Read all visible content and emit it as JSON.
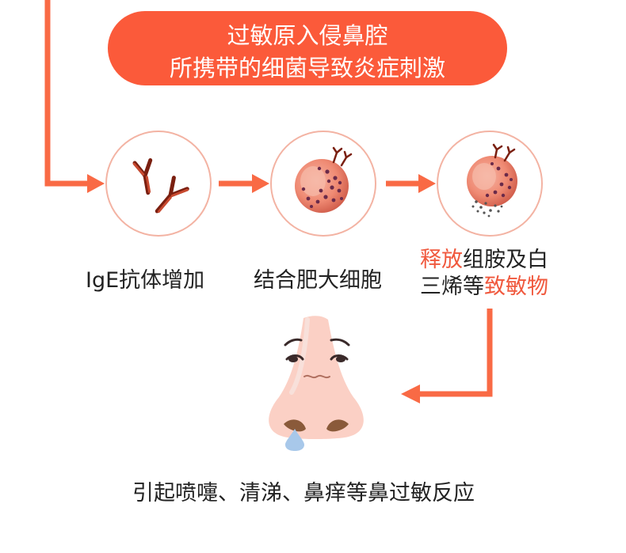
{
  "banner": {
    "line1": "过敏原入侵鼻腔",
    "line2": "所携带的细菌导致炎症刺激"
  },
  "steps": [
    {
      "label": "IgE抗体增加",
      "icon": "antibody-icon"
    },
    {
      "label": "结合肥大细胞",
      "icon": "mast-cell-icon"
    },
    {
      "label_parts": [
        {
          "text": "释放",
          "highlight": true
        },
        {
          "text": "组胺及白",
          "highlight": false
        },
        {
          "text": "三烯等",
          "highlight": false
        },
        {
          "text": "致敏物",
          "highlight": true
        }
      ],
      "icon": "degranulating-cell-icon"
    }
  ],
  "result": {
    "icon": "runny-nose-icon",
    "text": "引起喷嚏、清涕、鼻痒等鼻过敏反应"
  },
  "colors": {
    "accent": "#fb5a3a",
    "highlight_text": "#f0583d",
    "circle_border": "#f3b3a3"
  }
}
